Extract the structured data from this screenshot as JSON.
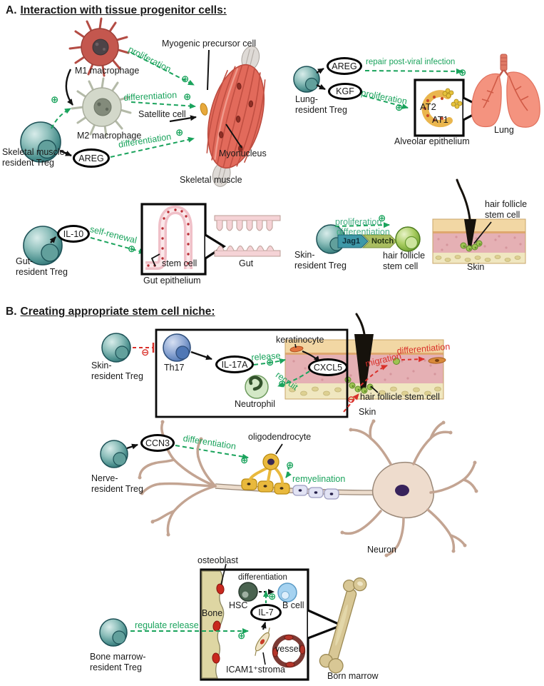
{
  "colors": {
    "green": "#1aa35c",
    "mint": "#42ad82",
    "red": "#d9302a",
    "treg_teal": "#4d918f",
    "jag1_teal": "#3e98a8",
    "notch_green": "#a9bd60"
  },
  "symbols": {
    "plus": "⊕",
    "minus": "⊖"
  },
  "section_a": {
    "label": "A.",
    "title": "Interaction with tissue progenitor cells:",
    "muscle": {
      "m1": "M1 macrophage",
      "m2": "M2 macrophage",
      "treg1": "Skeletal muscle-",
      "treg2": "resident Treg",
      "mediator": "AREG",
      "proliferation": "proliferation",
      "differentiation1": "differentiation",
      "differentiation2": "differentiation",
      "myogenic": "Myogenic precursor cell",
      "satellite": "Satellite cell",
      "myonucleus": "Myonucleus",
      "organ": "Skeletal muscle"
    },
    "lung": {
      "treg1": "Lung-",
      "treg2": "resident Treg",
      "mediator1": "AREG",
      "mediator2": "KGF",
      "repair": "repair post-viral infection",
      "proliferation": "proliferation",
      "at2": "AT2",
      "at1": "AT1",
      "box_label": "Alveolar epithelium",
      "organ": "Lung"
    },
    "gut": {
      "treg1": "Gut-",
      "treg2": "resident Treg",
      "mediator": "IL-10",
      "self_renewal": "self-renewal",
      "stem_cell": "stem cell",
      "box_label": "Gut epithelium",
      "organ": "Gut"
    },
    "skin": {
      "treg1": "Skin-",
      "treg2": "resident Treg",
      "proliferation": "proliferation",
      "differentiation": "differentiation",
      "jag1": "Jag1",
      "notch": "Notch",
      "hfsc1": "hair follicle",
      "hfsc2": "stem cell",
      "organ_hfsc1": "hair follicle",
      "organ_hfsc2": "stem cell",
      "organ": "Skin"
    }
  },
  "section_b": {
    "label": "B.",
    "title": "Creating appropriate stem cell niche:",
    "skin": {
      "treg1": "Skin-",
      "treg2": "resident Treg",
      "th17": "Th17",
      "mediator": "IL-17A",
      "release": "release",
      "recruit": "recruit",
      "neutrophil": "Neutrophil",
      "keratinocyte": "keratinocyte",
      "chemokine": "CXCL5",
      "migration": "migration",
      "differentiation": "differentiation",
      "hfsc": "hair follicle stem cell",
      "organ": "Skin"
    },
    "nerve": {
      "treg1": "Nerve-",
      "treg2": "resident Treg",
      "mediator": "CCN3",
      "differentiation": "differentiation",
      "oligodendrocyte": "oligodendrocyte",
      "remyelination": "remyelination",
      "neuron": "Neuron"
    },
    "bone_marrow": {
      "treg1": "Bone marrow-",
      "treg2": "resident Treg",
      "regulate": "regulate release",
      "osteoblast": "osteoblast",
      "differentiation": "differentiation",
      "hsc": "HSC",
      "b_cell": "B cell",
      "mediator": "IL-7",
      "bone": "Bone",
      "vessel": "vessel",
      "stroma": "ICAM1⁺stroma",
      "organ": "Born marrow"
    }
  }
}
